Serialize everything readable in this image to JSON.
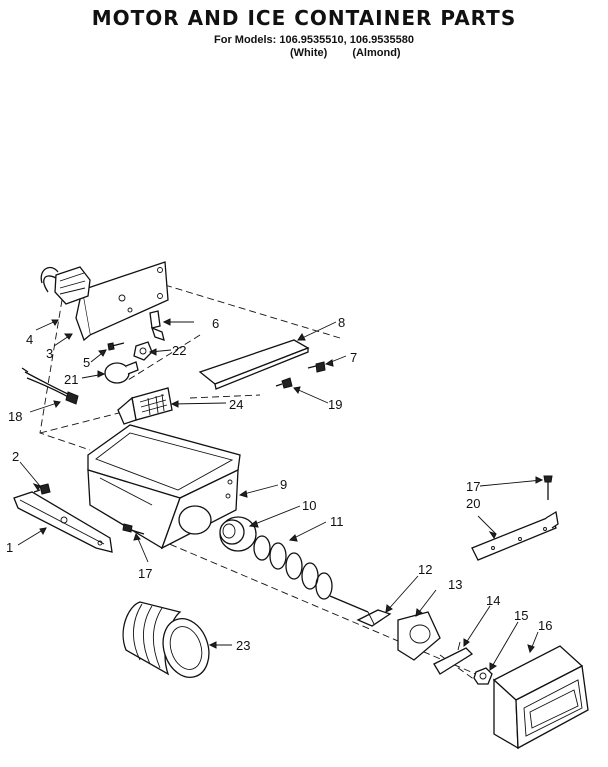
{
  "header": {
    "title": "MOTOR AND ICE CONTAINER PARTS",
    "models_line": "For Models: 106.9535510, 106.9535580",
    "color_white": "(White)",
    "color_almond": "(Almond)"
  },
  "callouts": [
    "1",
    "2",
    "3",
    "4",
    "5",
    "6",
    "7",
    "8",
    "9",
    "10",
    "11",
    "12",
    "13",
    "14",
    "15",
    "16",
    "17",
    "17",
    "18",
    "19",
    "20",
    "21",
    "22",
    "23",
    "24"
  ],
  "colors": {
    "ink": "#111111",
    "background": "#ffffff"
  }
}
